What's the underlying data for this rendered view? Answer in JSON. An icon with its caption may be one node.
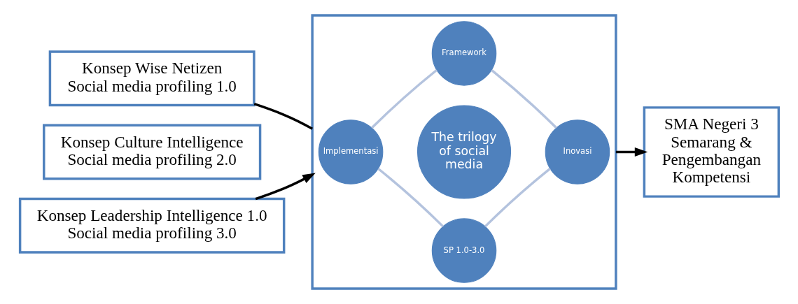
{
  "diagram": {
    "nodes": [
      {
        "text": [
          "Konsep Wise Netizen",
          "Social media profiling 1.0"
        ]
      },
      {
        "text": [
          "Konsep Culture Intelligence",
          "Social media profiling 2.0"
        ]
      },
      {
        "text": [
          "Konsep Leadership Intelligence 1.0",
          "Social media profiling 3.0"
        ]
      },
      {
        "text": [],
        "shape": "box"
      },
      {
        "text": [
          "SP 1.0-3.0"
        ],
        "in": 3
      },
      {
        "text": [
          "Implementasi"
        ],
        "in": 3
      },
      {
        "text": [
          "The trilogy of social media"
        ],
        "in": 3
      },
      {
        "text": [
          "Inovasi"
        ],
        "in": 3
      },
      {
        "text": [
          "Framework"
        ],
        "in": 3
      },
      {
        "text": [
          "SMA Negeri 3 Semarang & Pengembangan Kompetensi"
        ]
      }
    ],
    "edges": [
      {
        "from": 0,
        "to": 3,
        "arrow": "none",
        "color": "#000000"
      },
      {
        "from": 2,
        "to": 3,
        "arrow": "to",
        "color": "#000000"
      },
      {
        "from": 3,
        "to": 9,
        "arrow": "to",
        "color": "#000000"
      },
      {
        "from": 4,
        "to": 7,
        "arrow": "none",
        "color": "#b4c3de"
      },
      {
        "from": 7,
        "to": 8,
        "arrow": "none",
        "color": "#b4c3de"
      },
      {
        "from": 8,
        "to": 5,
        "arrow": "none",
        "color": "#b4c3de"
      },
      {
        "from": 5,
        "to": 4,
        "arrow": "none",
        "color": "#b4c3de"
      }
    ]
  }
}
